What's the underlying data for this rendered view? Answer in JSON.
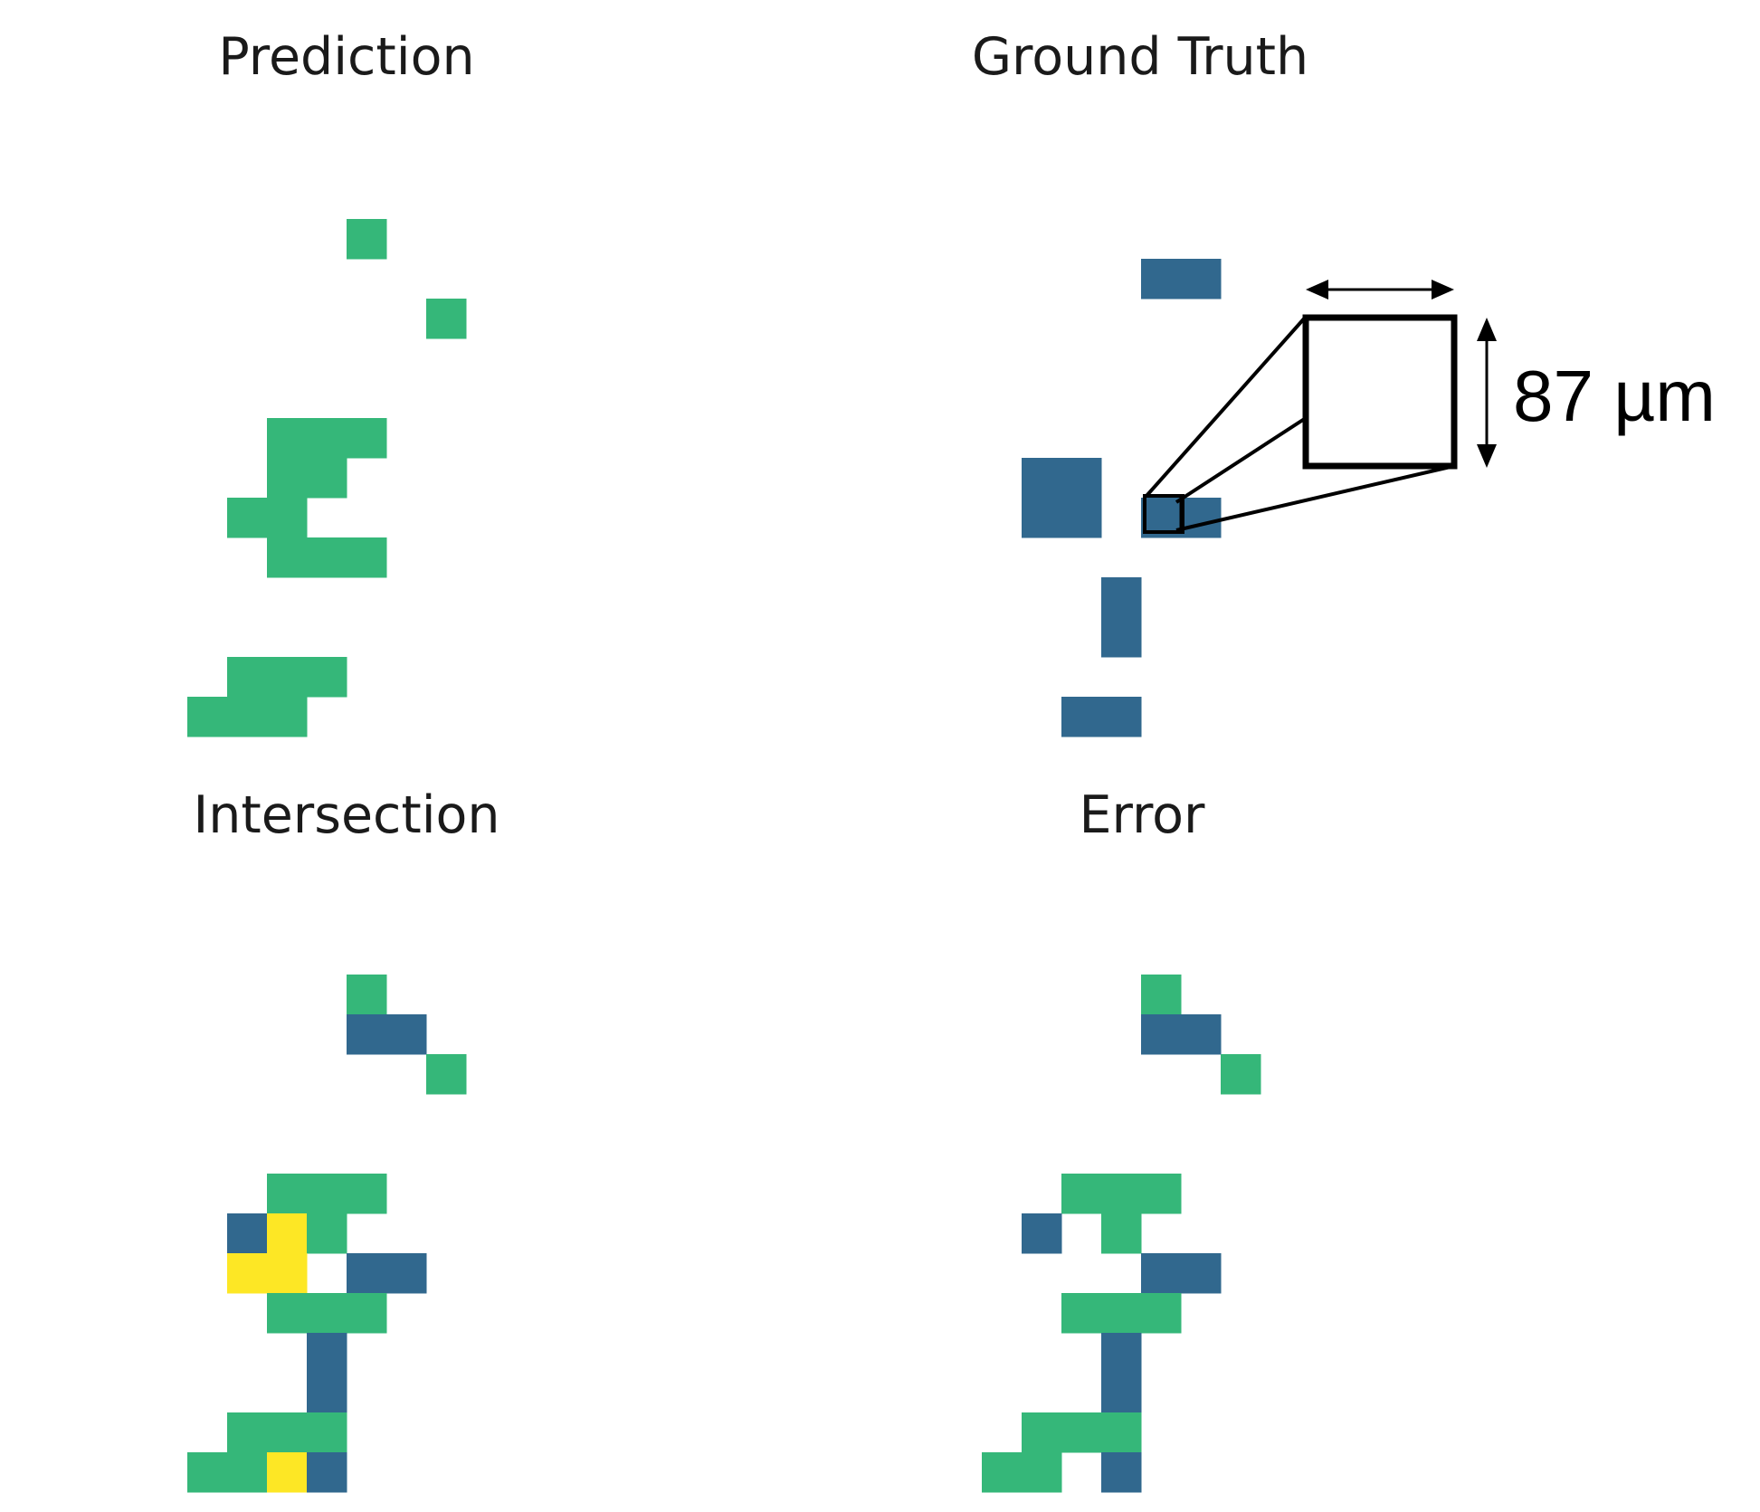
{
  "titles": {
    "prediction": "Prediction",
    "ground_truth": "Ground Truth",
    "intersection": "Intersection",
    "error": "Error"
  },
  "scale_bar": {
    "label": "87 µm"
  },
  "colors": {
    "green": "#35b779",
    "blue": "#31688e",
    "yellow": "#fde725",
    "outline": "#000000"
  },
  "chart_data": {
    "type": "heatmap",
    "grid_cells": {
      "prediction": [
        [
          4,
          5,
          "green"
        ],
        [
          6,
          7,
          "green"
        ],
        [
          2,
          10,
          "green"
        ],
        [
          3,
          10,
          "green"
        ],
        [
          4,
          10,
          "green"
        ],
        [
          2,
          11,
          "green"
        ],
        [
          3,
          11,
          "green"
        ],
        [
          1,
          12,
          "green"
        ],
        [
          2,
          12,
          "green"
        ],
        [
          2,
          13,
          "green"
        ],
        [
          3,
          13,
          "green"
        ],
        [
          4,
          13,
          "green"
        ],
        [
          1,
          16,
          "green"
        ],
        [
          2,
          16,
          "green"
        ],
        [
          3,
          16,
          "green"
        ],
        [
          0,
          17,
          "green"
        ],
        [
          1,
          17,
          "green"
        ],
        [
          2,
          17,
          "green"
        ]
      ],
      "ground_truth": [
        [
          4,
          6,
          "blue"
        ],
        [
          5,
          6,
          "blue"
        ],
        [
          1,
          11,
          "blue"
        ],
        [
          2,
          11,
          "blue"
        ],
        [
          1,
          12,
          "blue"
        ],
        [
          2,
          12,
          "blue"
        ],
        [
          4,
          12,
          "blue"
        ],
        [
          5,
          12,
          "blue"
        ],
        [
          3,
          14,
          "blue"
        ],
        [
          3,
          15,
          "blue"
        ],
        [
          2,
          17,
          "blue"
        ],
        [
          3,
          17,
          "blue"
        ]
      ],
      "intersection": [
        [
          4,
          5,
          "green"
        ],
        [
          4,
          6,
          "blue"
        ],
        [
          5,
          6,
          "blue"
        ],
        [
          6,
          7,
          "green"
        ],
        [
          2,
          10,
          "green"
        ],
        [
          3,
          10,
          "green"
        ],
        [
          4,
          10,
          "green"
        ],
        [
          1,
          11,
          "blue"
        ],
        [
          2,
          11,
          "yellow"
        ],
        [
          3,
          11,
          "green"
        ],
        [
          1,
          12,
          "yellow"
        ],
        [
          2,
          12,
          "yellow"
        ],
        [
          4,
          12,
          "blue"
        ],
        [
          5,
          12,
          "blue"
        ],
        [
          2,
          13,
          "green"
        ],
        [
          3,
          13,
          "green"
        ],
        [
          4,
          13,
          "green"
        ],
        [
          3,
          14,
          "blue"
        ],
        [
          3,
          15,
          "blue"
        ],
        [
          1,
          16,
          "green"
        ],
        [
          2,
          16,
          "green"
        ],
        [
          3,
          16,
          "green"
        ],
        [
          0,
          17,
          "green"
        ],
        [
          1,
          17,
          "green"
        ],
        [
          2,
          17,
          "yellow"
        ],
        [
          3,
          17,
          "blue"
        ]
      ],
      "error": [
        [
          4,
          5,
          "green"
        ],
        [
          4,
          6,
          "blue"
        ],
        [
          5,
          6,
          "blue"
        ],
        [
          6,
          7,
          "green"
        ],
        [
          2,
          10,
          "green"
        ],
        [
          3,
          10,
          "green"
        ],
        [
          4,
          10,
          "green"
        ],
        [
          1,
          11,
          "blue"
        ],
        [
          3,
          11,
          "green"
        ],
        [
          4,
          12,
          "blue"
        ],
        [
          5,
          12,
          "blue"
        ],
        [
          2,
          13,
          "green"
        ],
        [
          3,
          13,
          "green"
        ],
        [
          4,
          13,
          "green"
        ],
        [
          3,
          14,
          "blue"
        ],
        [
          3,
          15,
          "blue"
        ],
        [
          1,
          16,
          "green"
        ],
        [
          2,
          16,
          "green"
        ],
        [
          3,
          16,
          "green"
        ],
        [
          0,
          17,
          "green"
        ],
        [
          1,
          17,
          "green"
        ],
        [
          3,
          17,
          "blue"
        ]
      ]
    }
  }
}
